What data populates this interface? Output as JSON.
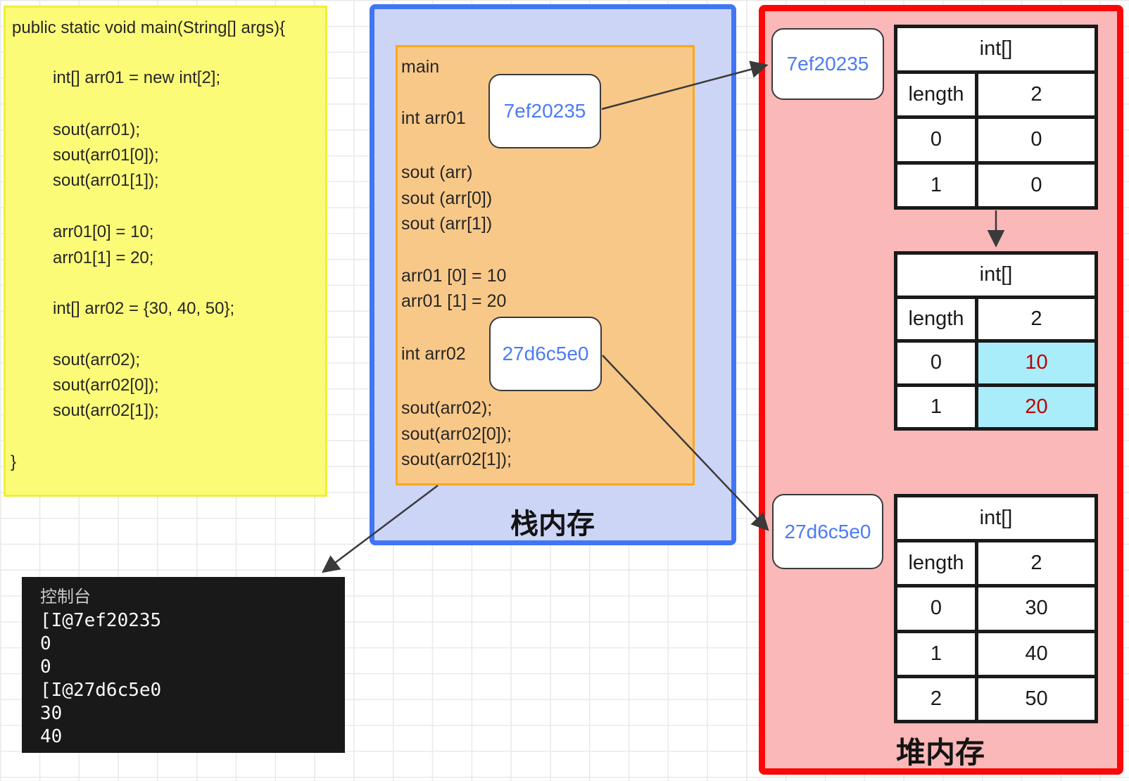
{
  "code_panel": {
    "lines": [
      "public static void main(String[] args){",
      "int[] arr01 = new int[2];",
      "sout(arr01);",
      "sout(arr01[0]);",
      "sout(arr01[1]);",
      "arr01[0] = 10;",
      "arr01[1] = 20;",
      "int[] arr02 = {30, 40, 50};",
      "sout(arr02);",
      "sout(arr02[0]);",
      "sout(arr02[1]);",
      "}"
    ]
  },
  "stack_panel": {
    "label": "栈内存",
    "frame": {
      "title": "main",
      "var1_label": "int arr01",
      "var1_ref": "7ef20235",
      "mid_lines": [
        "sout (arr)",
        "sout (arr[0])",
        "sout (arr[1])",
        "arr01 [0] = 10",
        "arr01 [1] = 20"
      ],
      "var2_label": "int arr02",
      "var2_ref": "27d6c5e0",
      "tail_lines": [
        "sout(arr02);",
        "sout(arr02[0]);",
        "sout(arr02[1]);"
      ]
    }
  },
  "heap_panel": {
    "label": "堆内存",
    "ref_boxes": [
      "7ef20235",
      "27d6c5e0"
    ],
    "tables": [
      {
        "header": "int[]",
        "rows": [
          [
            "length",
            "2"
          ],
          [
            "0",
            "0"
          ],
          [
            "1",
            "0"
          ]
        ]
      },
      {
        "header": "int[]",
        "rows": [
          [
            "length",
            "2"
          ],
          [
            "0",
            "10"
          ],
          [
            "1",
            "20"
          ]
        ],
        "highlighted_values": [
          "10",
          "20"
        ]
      },
      {
        "header": "int[]",
        "rows": [
          [
            "length",
            "2"
          ],
          [
            "0",
            "30"
          ],
          [
            "1",
            "40"
          ],
          [
            "2",
            "50"
          ]
        ]
      }
    ]
  },
  "console_panel": {
    "title": "控制台",
    "lines": [
      "[I@7ef20235",
      "0",
      "0",
      "[I@27d6c5e0",
      "30",
      "40"
    ]
  },
  "colors": {
    "code_bg": "#FBFB78",
    "stack_bg": "#CDD5F7",
    "stack_border": "#4076F5",
    "frame_bg": "#F8C888",
    "frame_border": "#FCA819",
    "heap_bg": "#FBB8B8",
    "heap_border": "#FB0808",
    "highlight_cell_bg": "#A9ECFA",
    "highlight_cell_text": "#C00000",
    "ref_text": "#4B7BF5",
    "console_bg": "#191919",
    "console_text": "#FAFAFA"
  }
}
